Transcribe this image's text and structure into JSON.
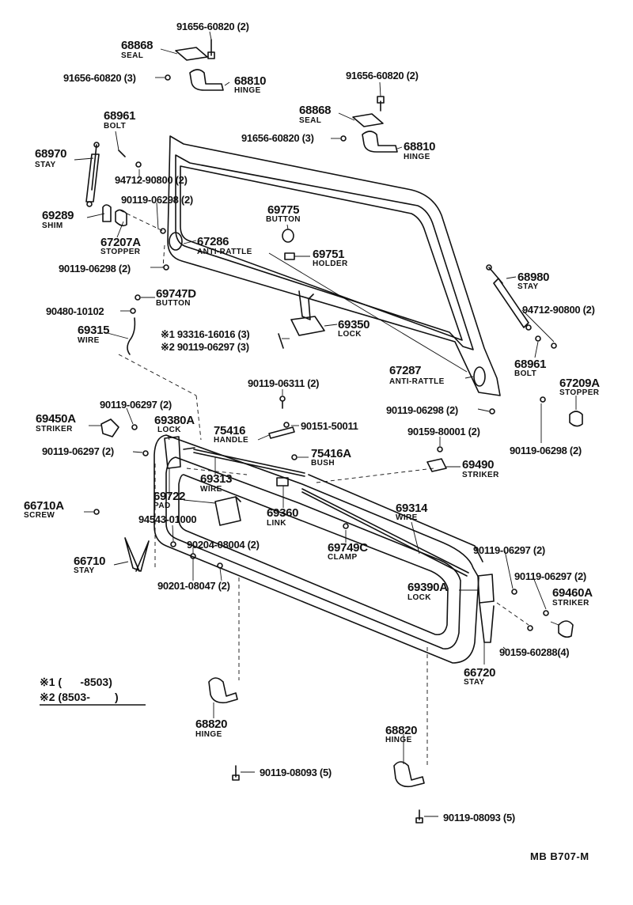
{
  "labels": [
    {
      "id": "l1",
      "text": "91656-60820 (2)"
    },
    {
      "id": "l2",
      "text": "68868"
    },
    {
      "id": "l3",
      "text": "SEAL"
    },
    {
      "id": "l4",
      "text": "91656-60820 (3)"
    },
    {
      "id": "l5",
      "text": "68810"
    },
    {
      "id": "l6",
      "text": "HINGE"
    },
    {
      "id": "l7",
      "text": "91656-60820 (2)"
    },
    {
      "id": "l8",
      "text": "68868"
    },
    {
      "id": "l9",
      "text": "SEAL"
    },
    {
      "id": "l10",
      "text": "91656-60820 (3)"
    },
    {
      "id": "l11",
      "text": "68810"
    },
    {
      "id": "l12",
      "text": "HINGE"
    },
    {
      "id": "l13",
      "text": "68961"
    },
    {
      "id": "l14",
      "text": "BOLT"
    },
    {
      "id": "l15",
      "text": "68970"
    },
    {
      "id": "l16",
      "text": "STAY"
    },
    {
      "id": "l17",
      "text": "94712-90800 (2)"
    },
    {
      "id": "l18",
      "text": "90119-06298 (2)"
    },
    {
      "id": "l19",
      "text": "69289"
    },
    {
      "id": "l20",
      "text": "SHIM"
    },
    {
      "id": "l21",
      "text": "69775"
    },
    {
      "id": "l22",
      "text": "BUTTON"
    },
    {
      "id": "l23",
      "text": "67207A"
    },
    {
      "id": "l24",
      "text": "STOPPER"
    },
    {
      "id": "l25",
      "text": "67286"
    },
    {
      "id": "l26",
      "text": "ANTI-RATTLE"
    },
    {
      "id": "l27",
      "text": "69751"
    },
    {
      "id": "l28",
      "text": "HOLDER"
    },
    {
      "id": "l29",
      "text": "90119-06298 (2)"
    },
    {
      "id": "l30",
      "text": "68980"
    },
    {
      "id": "l31",
      "text": "STAY"
    },
    {
      "id": "l32",
      "text": "69747D"
    },
    {
      "id": "l33",
      "text": "BUTTON"
    },
    {
      "id": "l34",
      "text": "90480-10102"
    },
    {
      "id": "l35",
      "text": "94712-90800 (2)"
    },
    {
      "id": "l36",
      "text": "69350"
    },
    {
      "id": "l37",
      "text": "LOCK"
    },
    {
      "id": "l38",
      "text": "69315"
    },
    {
      "id": "l39",
      "text": "WIRE"
    },
    {
      "id": "l40",
      "text": "※1 93316-16016 (3)"
    },
    {
      "id": "l41",
      "text": "※2 90119-06297 (3)"
    },
    {
      "id": "l42",
      "text": "68961"
    },
    {
      "id": "l43",
      "text": "BOLT"
    },
    {
      "id": "l44",
      "text": "67287"
    },
    {
      "id": "l45",
      "text": "ANTI-RATTLE"
    },
    {
      "id": "l46",
      "text": "67209A"
    },
    {
      "id": "l47",
      "text": "STOPPER"
    },
    {
      "id": "l48",
      "text": "90119-06311 (2)"
    },
    {
      "id": "l49",
      "text": "90119-06297 (2)"
    },
    {
      "id": "l50",
      "text": "90119-06298 (2)"
    },
    {
      "id": "l51",
      "text": "69450A"
    },
    {
      "id": "l52",
      "text": "STRIKER"
    },
    {
      "id": "l53",
      "text": "69380A"
    },
    {
      "id": "l54",
      "text": "LOCK"
    },
    {
      "id": "l55",
      "text": "75416"
    },
    {
      "id": "l56",
      "text": "HANDLE"
    },
    {
      "id": "l57",
      "text": "90151-50011"
    },
    {
      "id": "l58",
      "text": "90159-80001 (2)"
    },
    {
      "id": "l59",
      "text": "90119-06298 (2)"
    },
    {
      "id": "l60",
      "text": "90119-06297 (2)"
    },
    {
      "id": "l61",
      "text": "75416A"
    },
    {
      "id": "l62",
      "text": "BUSH"
    },
    {
      "id": "l63",
      "text": "69490"
    },
    {
      "id": "l64",
      "text": "STRIKER"
    },
    {
      "id": "l65",
      "text": "69313"
    },
    {
      "id": "l66",
      "text": "WIRE"
    },
    {
      "id": "l67",
      "text": "69722"
    },
    {
      "id": "l68",
      "text": "PAD"
    },
    {
      "id": "l69",
      "text": "66710A"
    },
    {
      "id": "l70",
      "text": "SCREW"
    },
    {
      "id": "l71",
      "text": "69360"
    },
    {
      "id": "l72",
      "text": "LINK"
    },
    {
      "id": "l73",
      "text": "69314"
    },
    {
      "id": "l74",
      "text": "WIRE"
    },
    {
      "id": "l75",
      "text": "94543-01000"
    },
    {
      "id": "l76",
      "text": "90204-08004 (2)"
    },
    {
      "id": "l77",
      "text": "69749C"
    },
    {
      "id": "l78",
      "text": "CLAMP"
    },
    {
      "id": "l79",
      "text": "66710"
    },
    {
      "id": "l80",
      "text": "STAY"
    },
    {
      "id": "l81",
      "text": "90119-06297 (2)"
    },
    {
      "id": "l82",
      "text": "90119-06297 (2)"
    },
    {
      "id": "l83",
      "text": "90201-08047 (2)"
    },
    {
      "id": "l84",
      "text": "69390A"
    },
    {
      "id": "l85",
      "text": "LOCK"
    },
    {
      "id": "l86",
      "text": "69460A"
    },
    {
      "id": "l87",
      "text": "STRIKER"
    },
    {
      "id": "l88",
      "text": "90159-60288(4)"
    },
    {
      "id": "l89",
      "text": "66720"
    },
    {
      "id": "l90",
      "text": "STAY"
    },
    {
      "id": "l91",
      "text": "68820"
    },
    {
      "id": "l92",
      "text": "HINGE"
    },
    {
      "id": "l93",
      "text": "90119-08093 (5)"
    },
    {
      "id": "l94",
      "text": "68820"
    },
    {
      "id": "l95",
      "text": "HINGE"
    },
    {
      "id": "l96",
      "text": "90119-08093 (5)"
    },
    {
      "id": "l97",
      "text": "MB  B707-M"
    }
  ],
  "notes": {
    "note1": "※1 (      -8503)",
    "note2": "※2 (8503-        )"
  }
}
